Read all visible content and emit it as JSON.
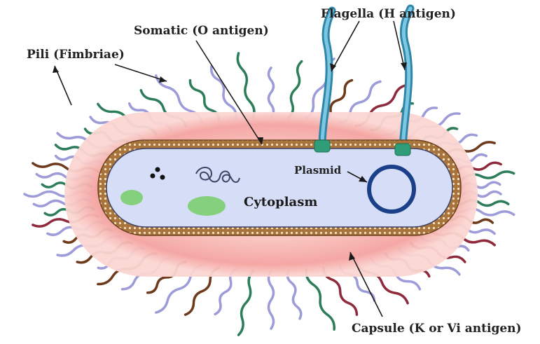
{
  "labels": {
    "somatic": "Somatic (O antigen)",
    "flagella": "Flagella (H antigen)",
    "pili": "Pili (Fimbriae)",
    "plasmid": "Plasmid",
    "cytoplasm": "Cytoplasm",
    "capsule": "Capsule (K or Vi antigen)"
  },
  "colors": {
    "capsule": "#f4a3a0",
    "cell_wall": "#a9743b",
    "cell_wall_dots": "#f3e2c2",
    "cytoplasm": "#d6def7",
    "pili_lavender": "#9d9bd8",
    "pili_green": "#2d7d5a",
    "pili_brown": "#6e3a1c",
    "pili_maroon": "#8e2a3b",
    "flagella": "#4fa9c9",
    "flagella_base": "#2f9e78",
    "plasmid": "#1c3f8a",
    "granules": "#85d07c",
    "dna": "#3d4566"
  }
}
